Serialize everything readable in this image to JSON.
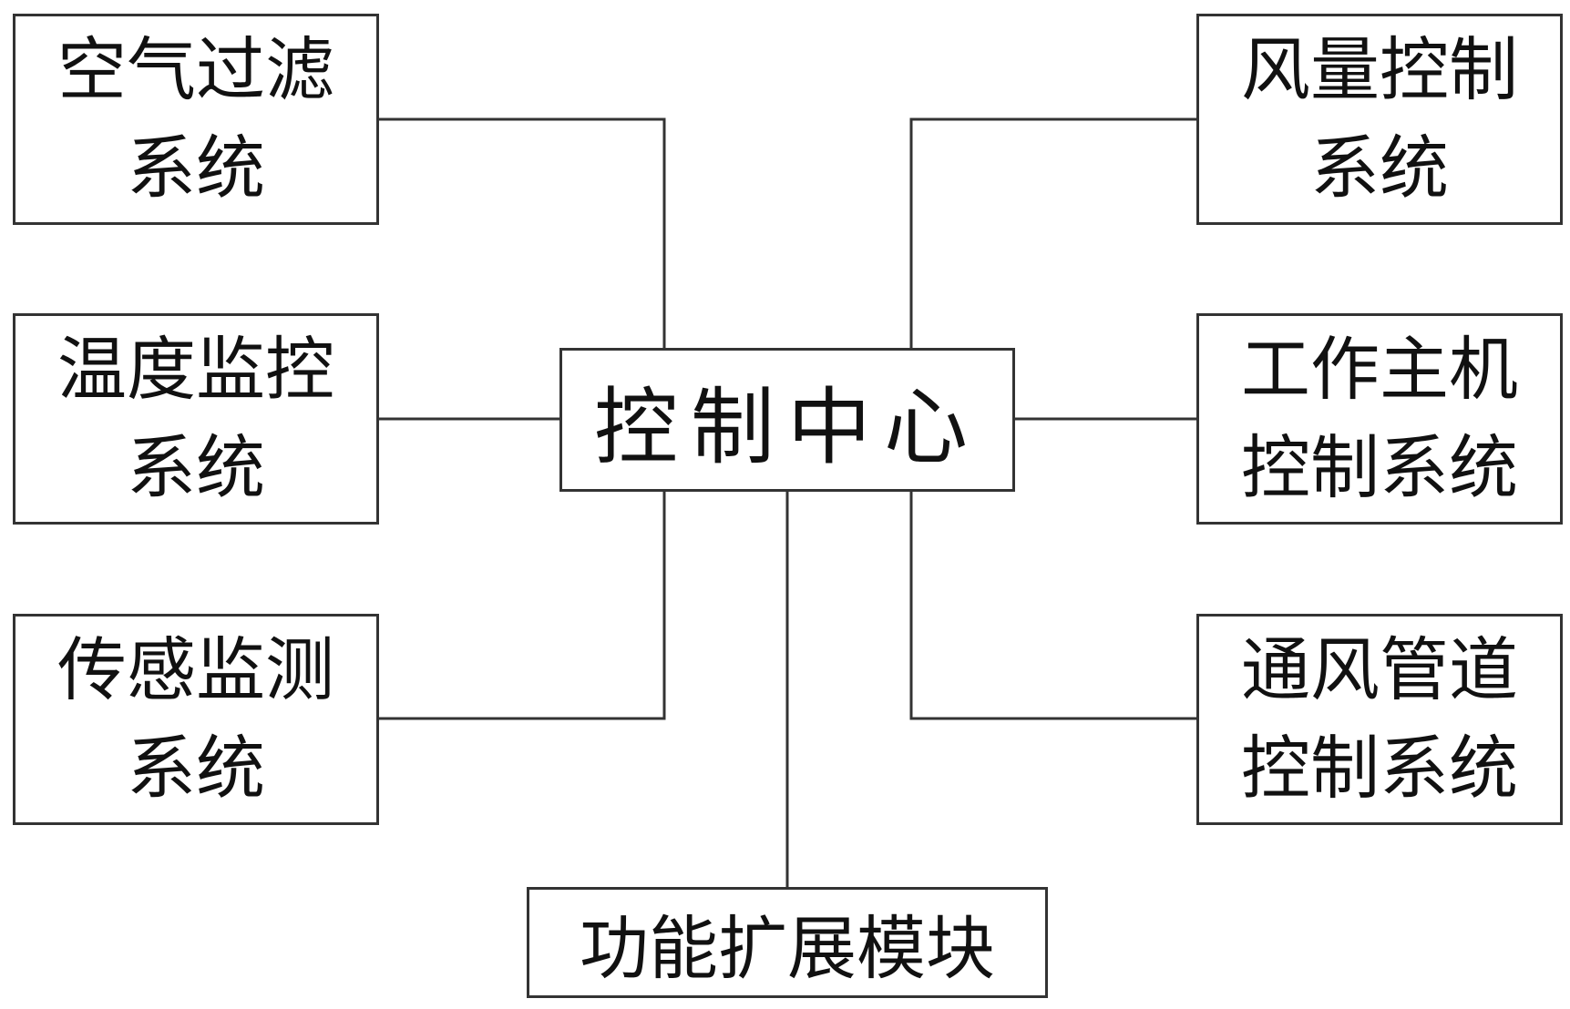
{
  "center": {
    "label": "控制中心"
  },
  "left_nodes": [
    {
      "line1": "空气过滤",
      "line2": "系统"
    },
    {
      "line1": "温度监控",
      "line2": "系统"
    },
    {
      "line1": "传感监测",
      "line2": "系统"
    }
  ],
  "right_nodes": [
    {
      "line1": "风量控制",
      "line2": "系统"
    },
    {
      "line1": "工作主机",
      "line2": "控制系统"
    },
    {
      "line1": "通风管道",
      "line2": "控制系统"
    }
  ],
  "bottom": {
    "label": "功能扩展模块"
  }
}
